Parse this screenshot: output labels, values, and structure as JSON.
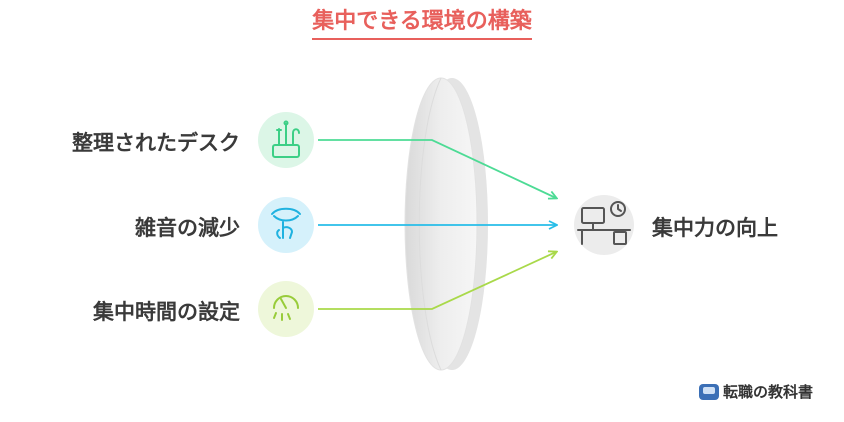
{
  "title": "集中できる環境の構築",
  "inputs": [
    {
      "label": "整理されたデスク",
      "icon": "desk-organizer-icon",
      "color": "#4ddb95",
      "bg": "#dcf6e7"
    },
    {
      "label": "雑音の減少",
      "icon": "quiet-gesture-icon",
      "color": "#27bde8",
      "bg": "#d5f1fb"
    },
    {
      "label": "集中時間の設定",
      "icon": "timer-icon",
      "color": "#a9d94a",
      "bg": "#eef7da"
    }
  ],
  "output": {
    "label": "集中力の向上",
    "icon": "workstation-icon",
    "bg": "#ececec"
  },
  "logo": {
    "text": "転職の教科書"
  }
}
